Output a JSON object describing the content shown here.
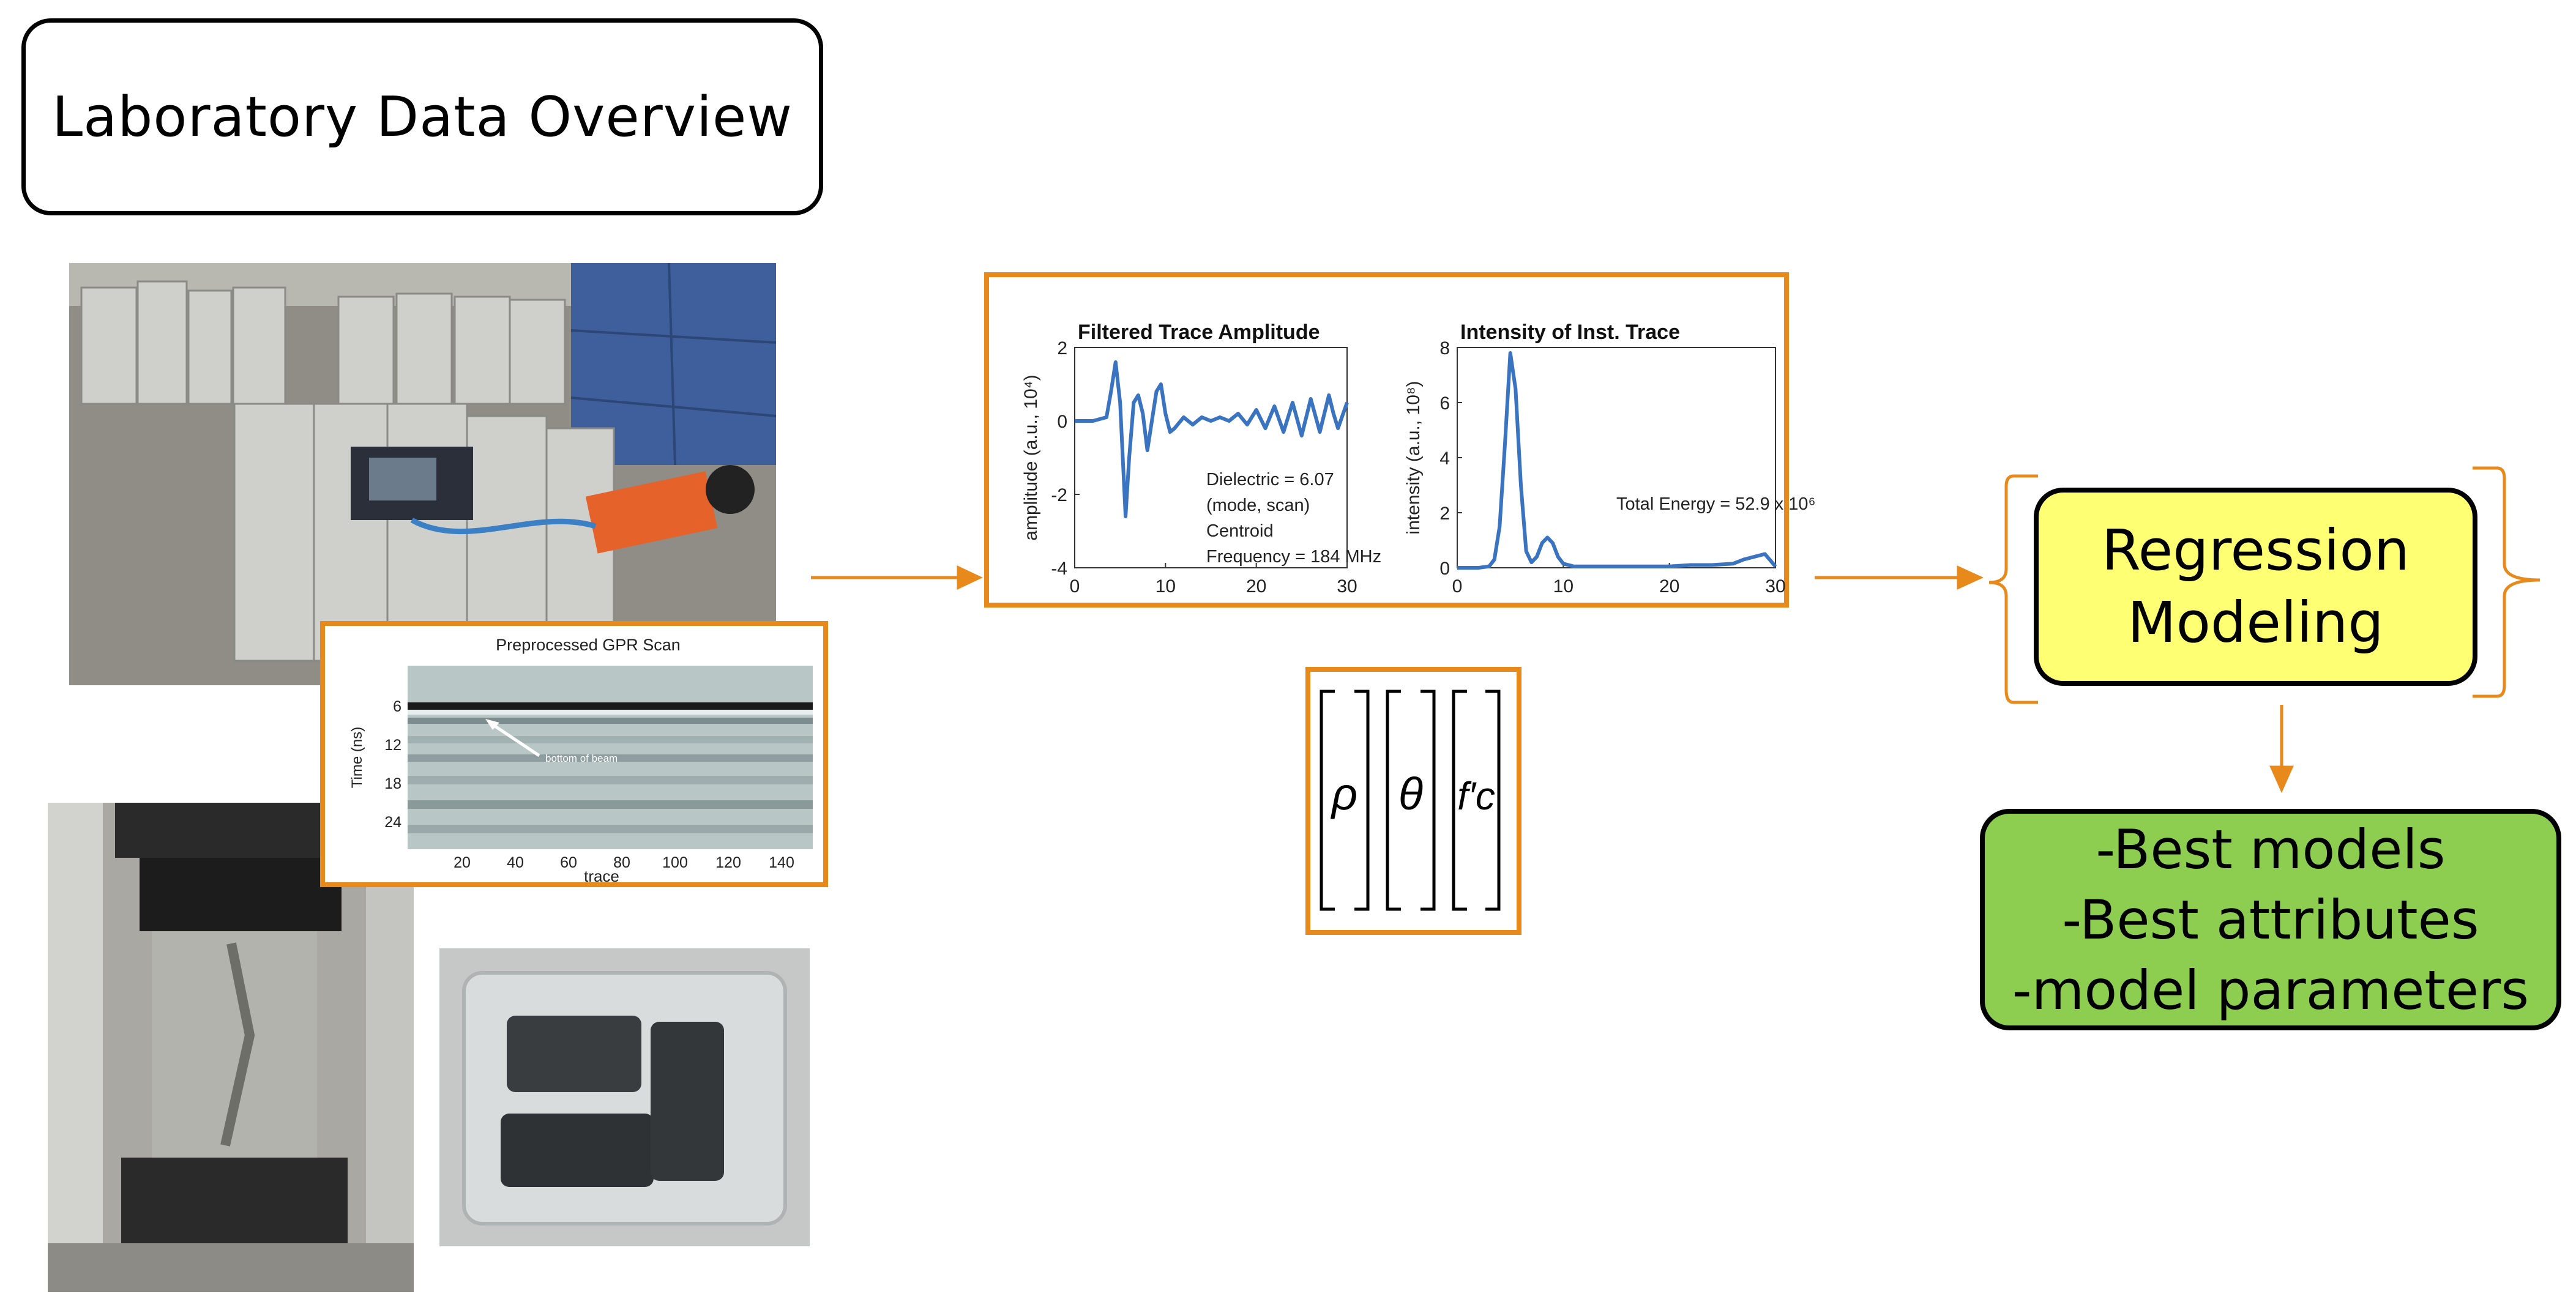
{
  "title": "Laboratory Data Overview",
  "gpr_scan": {
    "title": "Preprocessed GPR Scan",
    "ylabel": "Time (ns)",
    "xlabel": "trace",
    "annotation": "bottom of beam",
    "yticks": [
      "6",
      "12",
      "18",
      "24"
    ],
    "xticks": [
      "20",
      "40",
      "60",
      "80",
      "100",
      "120",
      "140"
    ]
  },
  "matrix_symbols": [
    "ρ",
    "θ",
    "f′c"
  ],
  "regression": {
    "line1": "Regression",
    "line2": "Modeling"
  },
  "results": {
    "line1": "-Best models",
    "line2": "-Best attributes",
    "line3": "-model parameters"
  },
  "chart_data": [
    {
      "type": "line",
      "title": "Filtered Trace Amplitude",
      "ylabel": "amplitude (a.u., 10⁴)",
      "xlim": [
        0,
        30
      ],
      "ylim": [
        -4,
        2
      ],
      "xticks": [
        "0",
        "10",
        "20",
        "30"
      ],
      "yticks": [
        "2",
        "0",
        "-2",
        "-4"
      ],
      "annotation": [
        "Dielectric = 6.07",
        "(mode, scan)",
        "Centroid",
        "Frequency = 184 MHz"
      ],
      "x": [
        0,
        2,
        3.5,
        4,
        4.5,
        5,
        5.6,
        6,
        6.5,
        7,
        7.5,
        8,
        8.5,
        9,
        9.5,
        10,
        10.5,
        11,
        12,
        13,
        14,
        15,
        16,
        17,
        18,
        19,
        20,
        21,
        22,
        23,
        24,
        25,
        26,
        27,
        28,
        28.5,
        29,
        30
      ],
      "y": [
        0,
        0,
        0.1,
        0.8,
        1.6,
        0.5,
        -2.6,
        -1.0,
        0.5,
        0.7,
        0.2,
        -0.8,
        0.0,
        0.8,
        1.0,
        0.2,
        -0.3,
        -0.2,
        0.1,
        -0.1,
        0.1,
        0.0,
        0.1,
        0.0,
        0.2,
        -0.1,
        0.3,
        -0.2,
        0.4,
        -0.3,
        0.5,
        -0.4,
        0.6,
        -0.3,
        0.7,
        0.2,
        -0.2,
        0.5
      ]
    },
    {
      "type": "line",
      "title": "Intensity of Inst. Trace",
      "ylabel": "intensity (a.u., 10⁸)",
      "xlim": [
        0,
        30
      ],
      "ylim": [
        0,
        8
      ],
      "xticks": [
        "0",
        "10",
        "20",
        "30"
      ],
      "yticks": [
        "8",
        "6",
        "4",
        "2",
        "0"
      ],
      "annotation": [
        "Total Energy = 52.9 x 10⁶"
      ],
      "x": [
        0,
        2,
        3,
        3.5,
        4,
        4.5,
        5,
        5.5,
        6,
        6.5,
        7,
        7.5,
        8,
        8.5,
        9,
        9.5,
        10,
        11,
        12,
        14,
        16,
        18,
        20,
        22,
        24,
        26,
        27,
        28,
        29,
        30
      ],
      "y": [
        0,
        0,
        0.05,
        0.3,
        1.5,
        4.5,
        7.8,
        6.5,
        3.0,
        0.6,
        0.2,
        0.4,
        0.9,
        1.1,
        0.9,
        0.4,
        0.15,
        0.05,
        0.05,
        0.05,
        0.05,
        0.05,
        0.05,
        0.1,
        0.1,
        0.15,
        0.3,
        0.4,
        0.5,
        0.05
      ]
    }
  ]
}
